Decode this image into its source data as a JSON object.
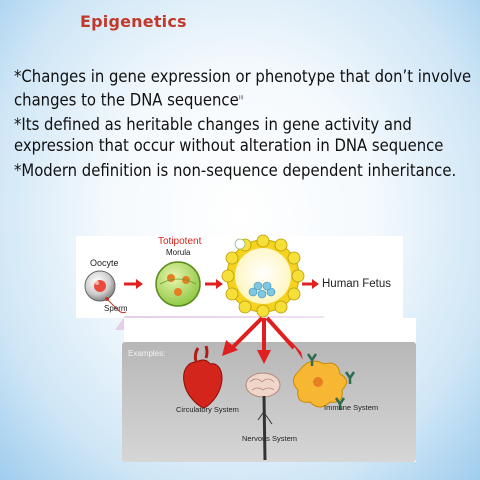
{
  "slide": {
    "title": "Epigenetics",
    "bullets": [
      "*Changes in gene expression or phenotype that don’t involve changes to the DNA sequence",
      "*Its defined as heritable changes in gene activity and expression that occur without alteration in DNA sequence",
      "*Modern definition is non-sequence dependent inheritance."
    ],
    "bullet1_superscript": "(i)"
  },
  "figure": {
    "oocyte_label": "Oocyte",
    "sperm_label": "Sperm",
    "totipotent_label": "Totipotent",
    "morula_label": "Morula",
    "fetus_label": "Human Fetus",
    "examples_label": "Examples:",
    "circulatory_label": "Circulatory System",
    "nervous_label": "Nervous System",
    "immune_label": "Immune System"
  },
  "colors": {
    "title": "#c0392b",
    "arrow_red": "#e02020",
    "background_edge": "#9fcdee"
  }
}
